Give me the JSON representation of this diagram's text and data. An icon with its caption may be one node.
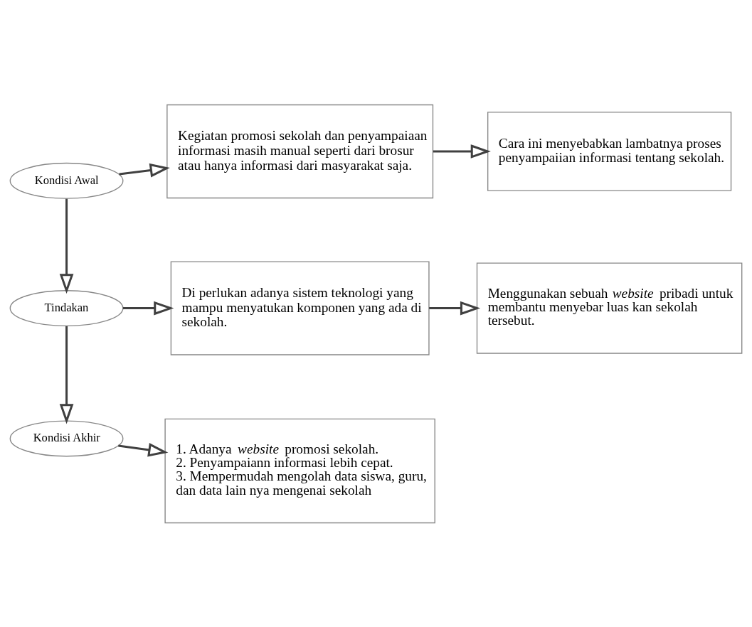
{
  "diagram": {
    "nodes": [
      {
        "text": [
          "Kondisi Awal"
        ]
      },
      {
        "text": [
          "Kegiatan promosi sekolah dan penyampaiaan informasi masih manual seperti dari brosur atau hanya informasi dari masyarakat saja."
        ]
      },
      {
        "text": [
          "Cara ini menyebabkan lambatnya proses penyampaiian informasi tentang sekolah."
        ]
      },
      {
        "text": [
          "Tindakan"
        ]
      },
      {
        "text": [
          "Di perlukan adanya sistem teknologi yang mampu menyatukan komponen yang ada di sekolah."
        ]
      },
      {
        "text": [
          "Menggunakan sebuah *website* pribadi untuk membantu menyebar luas kan sekolah tersebut."
        ]
      },
      {
        "text": [
          "Kondisi Akhir"
        ]
      },
      {
        "text": [
          "1. Adanya *website* promosi sekolah.",
          "2. Penyampaiann informasi lebih cepat.",
          "3. Mempermudah mengolah data siswa, guru, dan data lain nya mengenai sekolah"
        ]
      }
    ],
    "edges": [
      {
        "from": 0,
        "to": 1,
        "arrow": "to"
      },
      {
        "from": 1,
        "to": 2,
        "arrow": "to"
      },
      {
        "from": 0,
        "to": 3,
        "arrow": "to"
      },
      {
        "from": 3,
        "to": 4,
        "arrow": "to"
      },
      {
        "from": 4,
        "to": 5,
        "arrow": "to"
      },
      {
        "from": 3,
        "to": 6,
        "arrow": "to"
      },
      {
        "from": 6,
        "to": 7,
        "arrow": "to"
      }
    ]
  }
}
